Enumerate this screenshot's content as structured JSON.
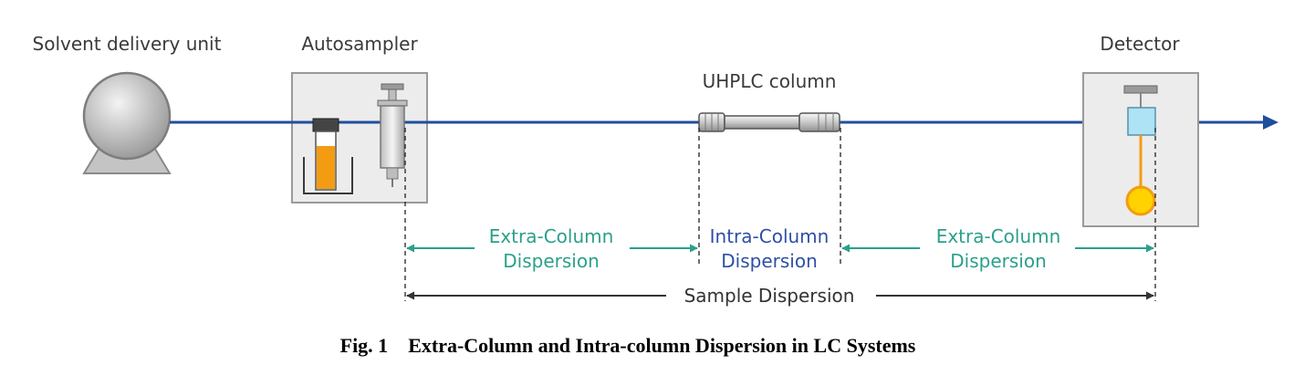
{
  "components": {
    "solvent_delivery_unit": "Solvent delivery unit",
    "autosampler": "Autosampler",
    "column": "UHPLC column",
    "detector": "Detector"
  },
  "dispersion": {
    "extra_column_left": {
      "line1": "Extra-Column",
      "line2": "Dispersion"
    },
    "intra_column": {
      "line1": "Intra-Column",
      "line2": "Dispersion"
    },
    "extra_column_right": {
      "line1": "Extra-Column",
      "line2": "Dispersion"
    },
    "sample": "Sample Dispersion"
  },
  "caption": {
    "number": "Fig. 1",
    "text": "Extra-Column and Intra-column Dispersion in LC Systems"
  },
  "colors": {
    "flow_line": "#1f4e9e",
    "extra_column": "#2aa08a",
    "intra_column": "#2e4fa6",
    "sample": "#333333",
    "box_fill": "#ececec",
    "box_stroke": "#9a9a9a",
    "sample_liquid": "#f39c12",
    "detector_lamp": "#ffd200",
    "detector_cell": "#aee3f5"
  }
}
